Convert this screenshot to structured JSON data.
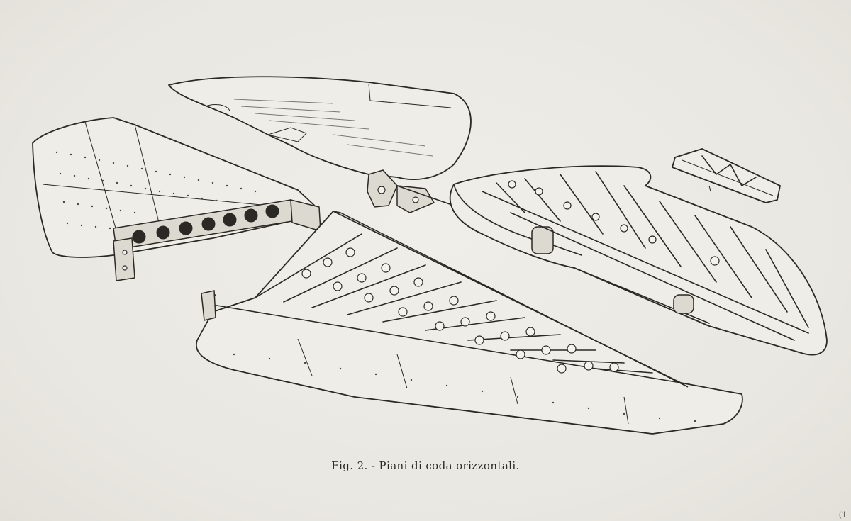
{
  "figure": {
    "caption": "Fig. 2. - Piani di coda orizzontali.",
    "page_mark": "(1",
    "components": [
      {
        "name": "left-stabilizer-skinned",
        "label": ""
      },
      {
        "name": "elevator-skin-upper",
        "label": ""
      },
      {
        "name": "right-stabilizer-framework",
        "label": ""
      },
      {
        "name": "elevator-framework-lower",
        "label": ""
      },
      {
        "name": "trim-tab-frame",
        "label": ""
      }
    ]
  }
}
